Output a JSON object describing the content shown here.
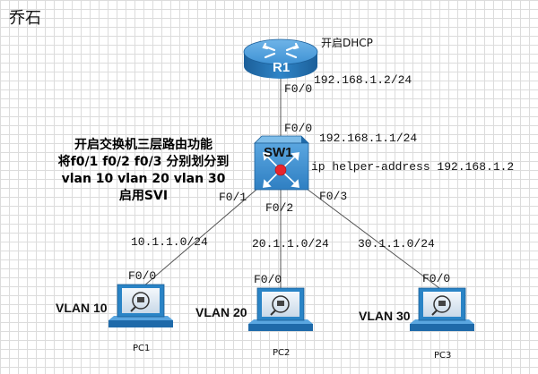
{
  "title": "乔石",
  "router": {
    "name": "R1",
    "note": "开启DHCP",
    "iface_down": "F0/0",
    "ip": "192.168.1.2/24"
  },
  "switch": {
    "name": "SW1",
    "iface_up": "F0/0",
    "ip": "192.168.1.1/24",
    "helper": "ip helper-address 192.168.1.2",
    "ports": [
      "F0/1",
      "F0/2",
      "F0/3"
    ]
  },
  "note_lines": [
    "开启交换机三层路由功能",
    "将f0/1 f0/2 f0/3 分别划分到",
    "vlan 10 vlan 20 vlan 30",
    "启用SVI"
  ],
  "pcs": [
    {
      "name": "PC1",
      "vlan": "VLAN 10",
      "subnet": "10.1.1.0/24",
      "iface": "F0/0"
    },
    {
      "name": "PC2",
      "vlan": "VLAN 20",
      "subnet": "20.1.1.0/24",
      "iface": "F0/0"
    },
    {
      "name": "PC3",
      "vlan": "VLAN 30",
      "subnet": "30.1.1.0/24",
      "iface": "F0/0"
    }
  ],
  "colors": {
    "router": "#2f85c8",
    "switch": "#3d8dd0",
    "pc": "#2a84c6",
    "link": "#555555"
  }
}
